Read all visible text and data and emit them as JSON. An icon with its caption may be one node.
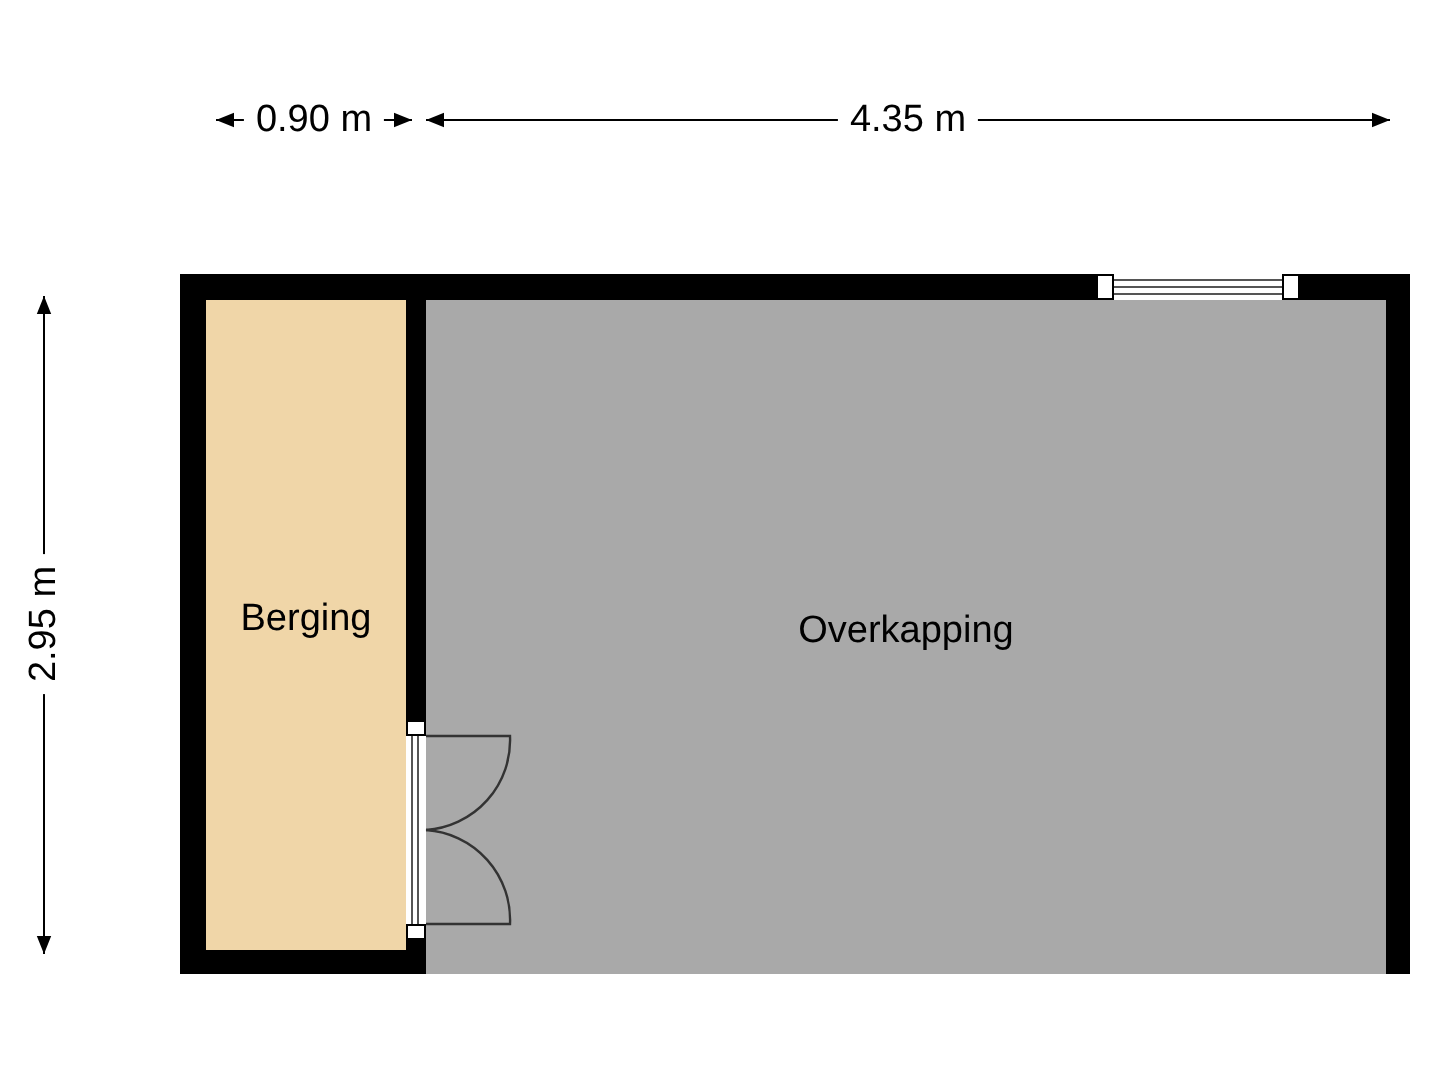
{
  "diagram": {
    "nodes": [
      {
        "text": [
          "Berging"
        ]
      },
      {
        "text": [
          "Overkapping"
        ]
      }
    ],
    "labels": [
      "0.90 m",
      "4.35 m",
      "2.95 m"
    ]
  }
}
